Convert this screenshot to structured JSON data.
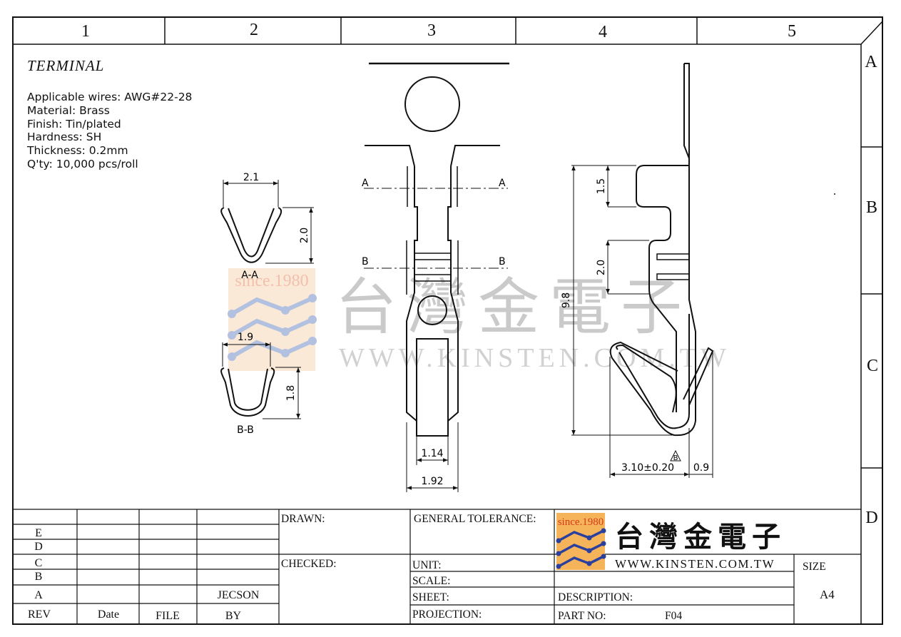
{
  "grid": {
    "columns": [
      "1",
      "2",
      "3",
      "4",
      "5"
    ],
    "rows": [
      "A",
      "B",
      "C",
      "D"
    ]
  },
  "title": "TERMINAL",
  "specs": [
    "Applicable wires: AWG#22-28",
    "Material: Brass",
    "Finish: Tin/plated",
    "Hardness: SH",
    "Thickness: 0.2mm",
    "Q'ty: 10,000  pcs/roll"
  ],
  "section_labels": {
    "aa": "A-A",
    "bb": "B-B",
    "a_mark": "A",
    "b_mark": "B"
  },
  "dimensions": {
    "aa_width": "2.1",
    "aa_height": "2.0",
    "bb_width": "1.9",
    "bb_height": "1.8",
    "inner_width": "1.14",
    "outer_width": "1.92",
    "upper_step": "1.5",
    "middle_step": "2.0",
    "total_length": "9.8",
    "spring_width": "3.10±0.20",
    "tab_width": "0.9",
    "tol_mark": "B"
  },
  "watermark": {
    "since": "since.1980",
    "chinese": "台灣金電子",
    "url": "WWW.KINSTEN.COM.TW"
  },
  "title_block": {
    "revisions": [
      "E",
      "D",
      "C",
      "B",
      "A"
    ],
    "rev_header": "REV",
    "date_header": "Date",
    "file_header": "FILE",
    "by_header": "BY",
    "by_value": "JECSON",
    "drawn": "DRAWN:",
    "checked": "CHECKED:",
    "general_tolerance": "GENERAL TOLERANCE:",
    "unit": "UNIT:",
    "scale": "SCALE:",
    "sheet": "SHEET:",
    "projection": "PROJECTION:",
    "description": "DESCRIPTION:",
    "part_no_label": "PART NO:",
    "part_no": "F04",
    "size_label": "SIZE",
    "size": "A4",
    "logo_since": "since.1980",
    "logo_chinese": "台灣金電子",
    "logo_url": "WWW.KINSTEN.COM.TW"
  }
}
